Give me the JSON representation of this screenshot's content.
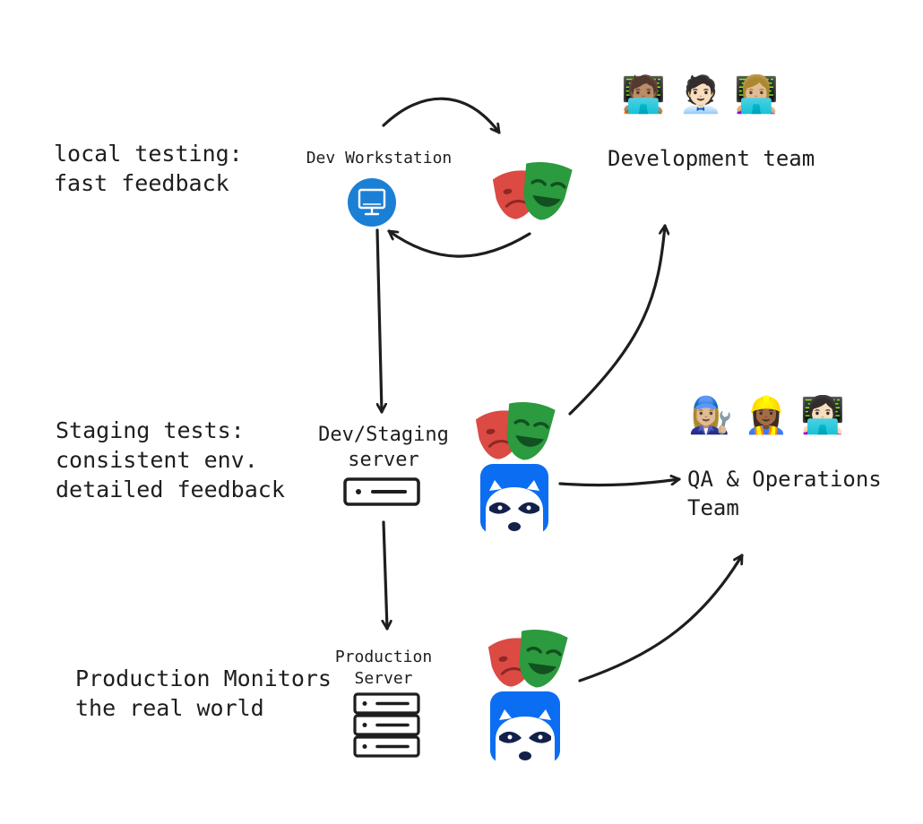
{
  "labels": {
    "local_testing": "local testing:\nfast feedback",
    "staging_tests": "Staging tests:\nconsistent env.\ndetailed feedback",
    "production_monitors": "Production Monitors\nthe real world"
  },
  "nodes": {
    "dev_workstation": "Dev Workstation",
    "staging_server": "Dev/Staging\nserver",
    "production_server": "Production\nServer"
  },
  "teams": {
    "development": "Development team",
    "qa_ops": "QA & Operations\nTeam"
  },
  "icons": {
    "workstation": "monitor-icon",
    "server": "server-icon",
    "server_stack": "server-stack-icon",
    "playwright": "playwright-masks-icon",
    "checkly": "raccoon-icon",
    "dev_team": [
      "person-laptop-icon",
      "office-worker-icon",
      "person-laptop-icon"
    ],
    "qa_team": [
      "mechanic-icon",
      "construction-worker-icon",
      "person-laptop-icon"
    ]
  },
  "colors": {
    "stroke": "#1e1e1e",
    "workstation_blue": "#1c7fd6",
    "mask_red": "#dc4a44",
    "mask_green": "#2c9a3f",
    "checkly_blue": "#0b6df2"
  }
}
